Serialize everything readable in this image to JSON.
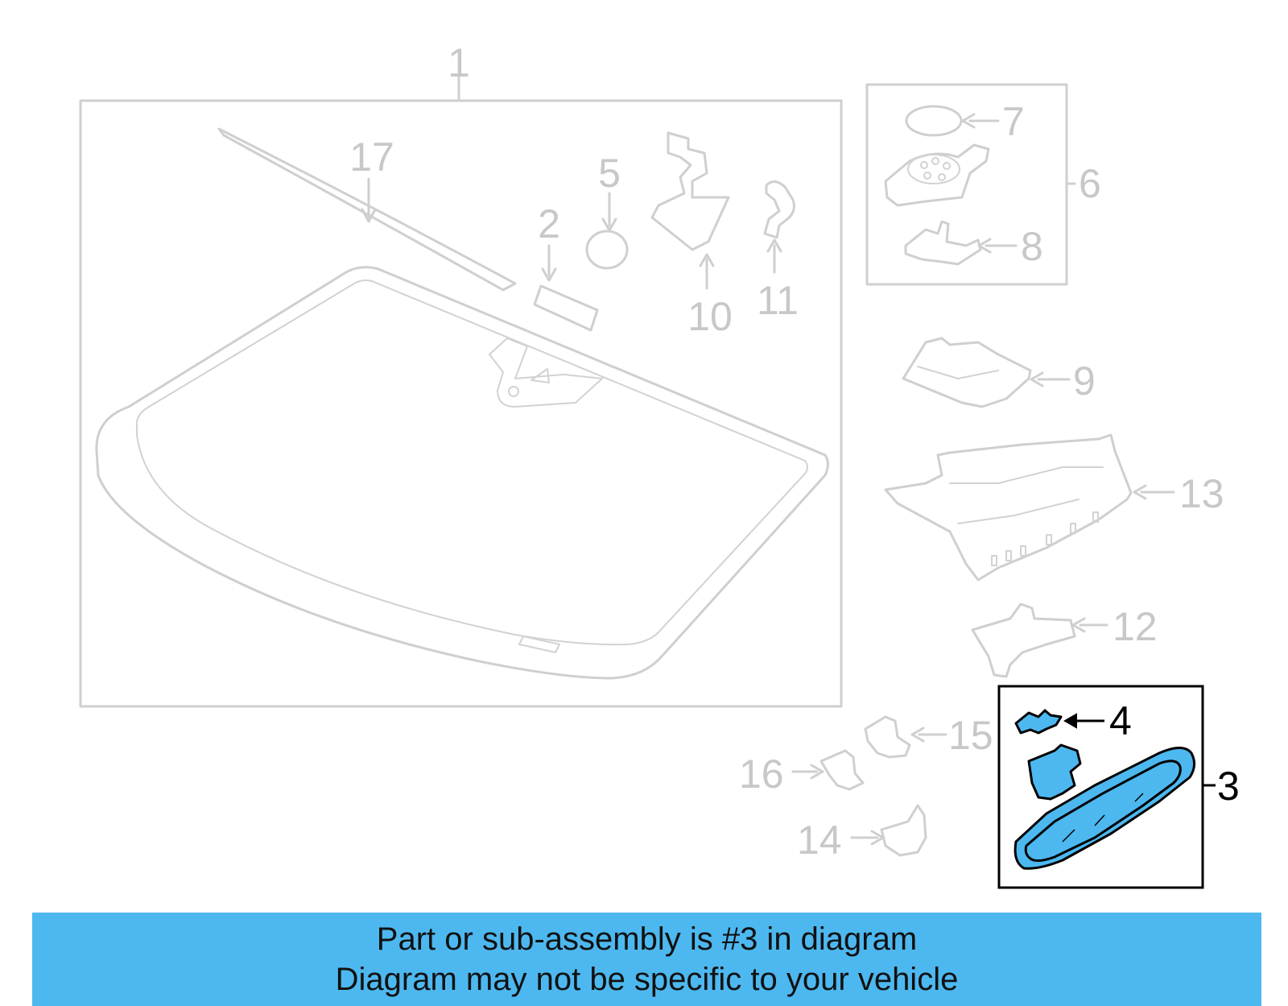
{
  "callouts": {
    "c1": "1",
    "c2": "2",
    "c3": "3",
    "c4": "4",
    "c5": "5",
    "c6": "6",
    "c7": "7",
    "c8": "8",
    "c9": "9",
    "c10": "10",
    "c11": "11",
    "c12": "12",
    "c13": "13",
    "c14": "14",
    "c15": "15",
    "c16": "16",
    "c17": "17"
  },
  "highlight": {
    "part": "3",
    "color": "#4db8f0"
  },
  "banner": {
    "line1": "Part or sub-assembly is #3 in diagram",
    "line2": "Diagram may not be specific to your vehicle",
    "background": "#4db8f0"
  }
}
